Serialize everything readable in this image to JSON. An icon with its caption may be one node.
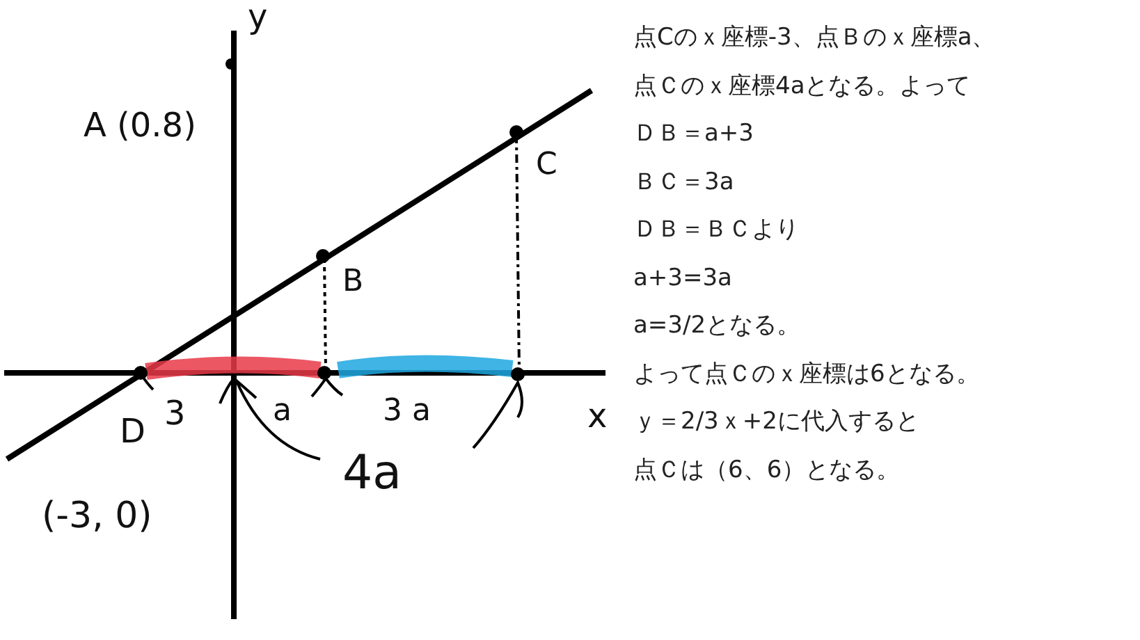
{
  "diagram": {
    "labels": [
      "y",
      "A (0.8)",
      "C",
      "B",
      "D",
      "3",
      "a",
      "3 a",
      "x",
      "4a",
      "(-3, 0)",
      "点Cのｘ座標-3、点Ｂのｘ座標a、",
      "点Ｃのｘ座標4aとなる。よって",
      "ＤＢ＝a+3",
      "ＢＣ＝3a",
      "ＤＢ＝ＢＣより",
      "a+3=3a",
      "a=3/2となる。",
      "よって点Ｃのｘ座標は6となる。",
      "ｙ＝2/3ｘ+2に代入すると",
      "点Ｃは（6、6）となる。"
    ]
  }
}
